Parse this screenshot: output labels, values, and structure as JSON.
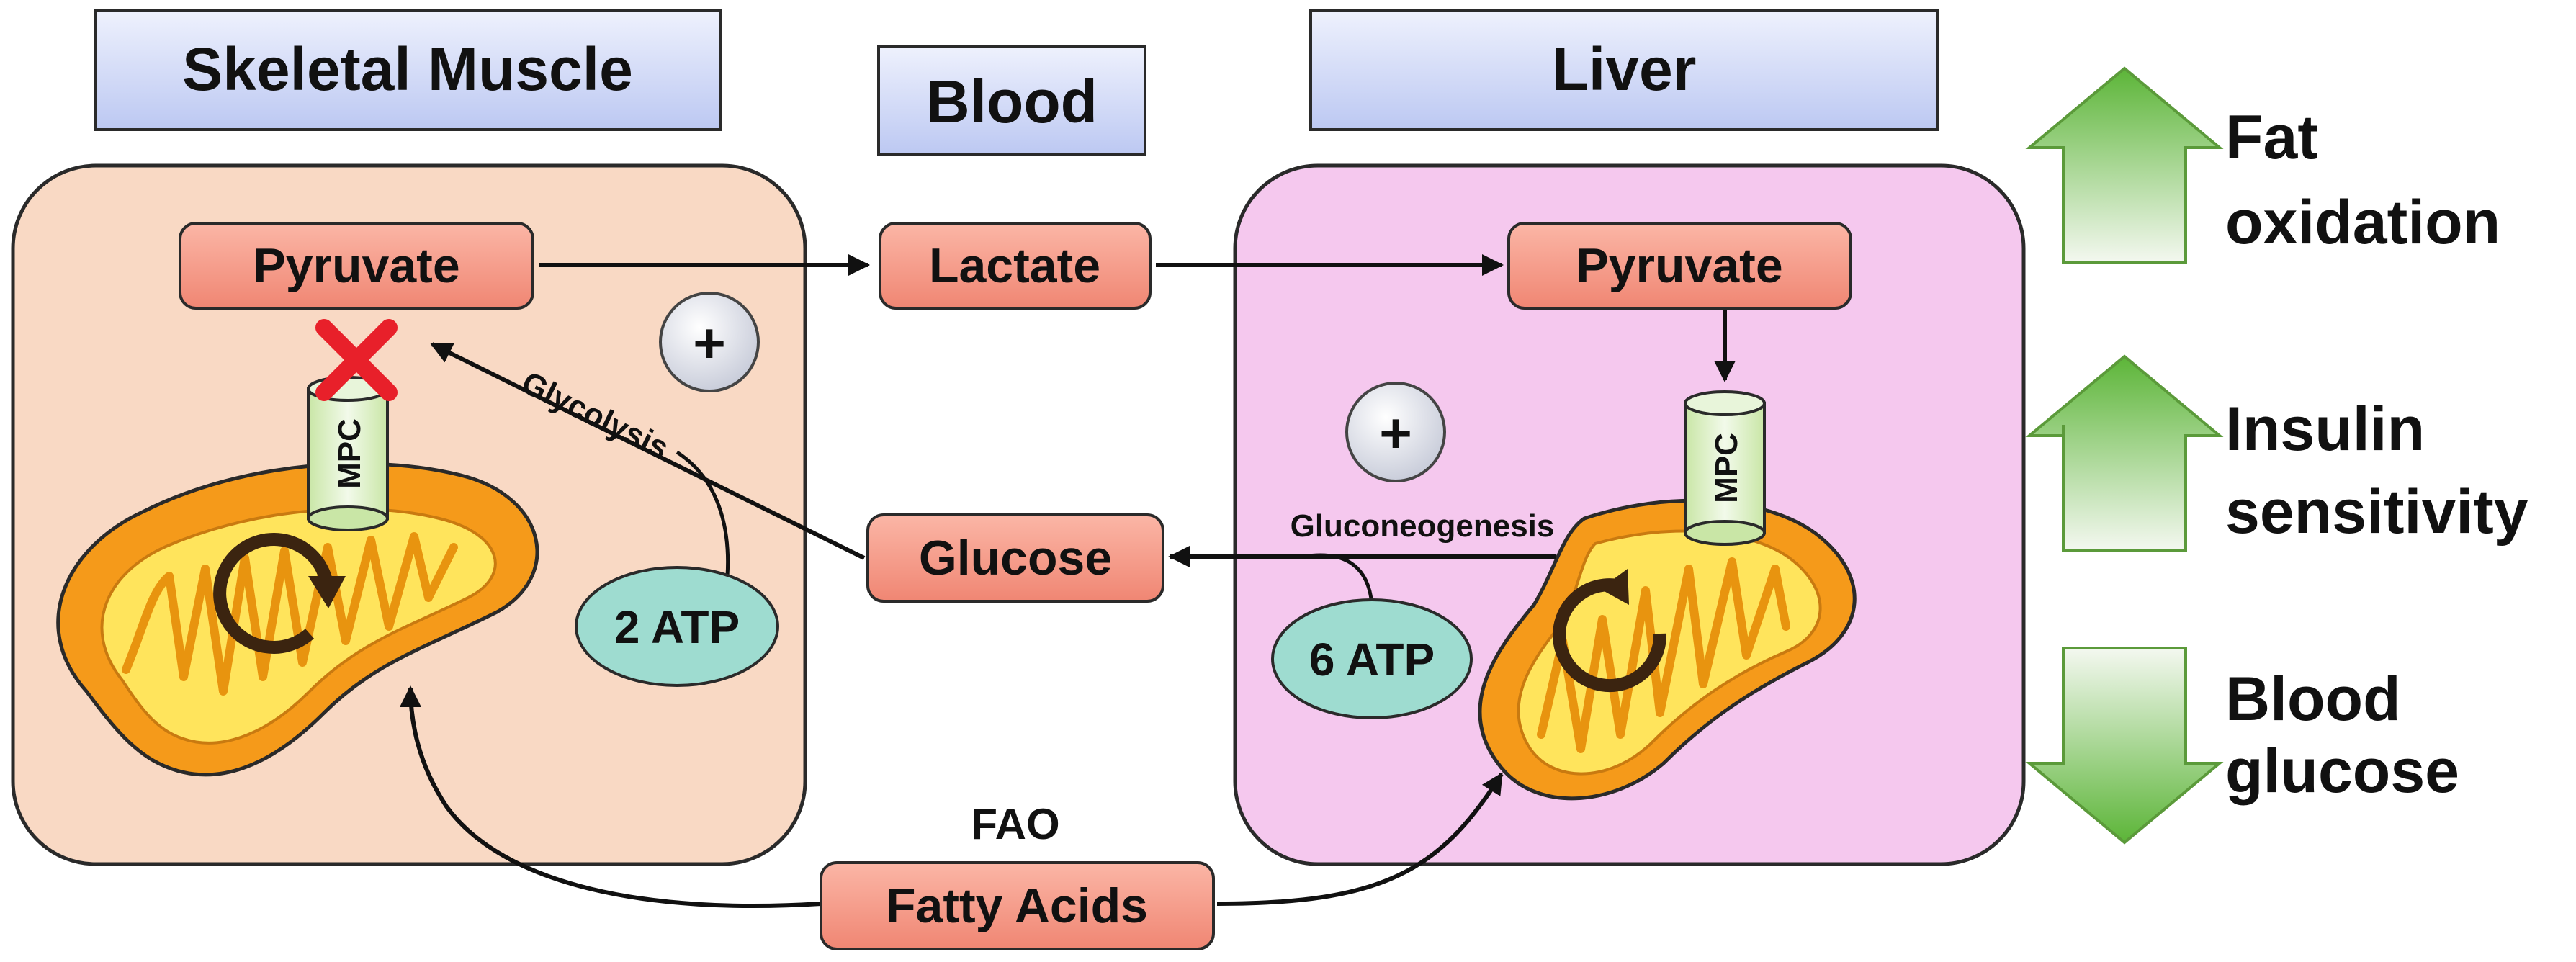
{
  "headers": {
    "skeletal_muscle": "Skeletal Muscle",
    "blood": "Blood",
    "liver": "Liver"
  },
  "muscle": {
    "pyruvate": "Pyruvate",
    "mpc": "MPC",
    "atp": "2 ATP",
    "glycolysis": "Glycolysis",
    "plus": "+"
  },
  "blood": {
    "lactate": "Lactate",
    "glucose": "Glucose",
    "fatty_acids": "Fatty Acids",
    "fao": "FAO"
  },
  "liver": {
    "pyruvate": "Pyruvate",
    "mpc": "MPC",
    "atp": "6 ATP",
    "gluconeogenesis": "Gluconeogenesis",
    "plus": "+"
  },
  "effects": [
    {
      "line1": "Fat",
      "line2": "oxidation",
      "direction": "up"
    },
    {
      "line1": "Insulin",
      "line2": "sensitivity",
      "direction": "up"
    },
    {
      "line1": "Blood",
      "line2": "glucose",
      "direction": "down"
    }
  ],
  "colors": {
    "muscle_panel": "#f9d9c4",
    "liver_panel": "#f5c8ee",
    "header_fill": "#d5dcf7",
    "box_fill": "#f59a8a",
    "atp_fill": "#9edcd0",
    "mito_outer": "#f59a1a",
    "mito_inner": "#ffe45c",
    "mpc_fill": "#dcefc4",
    "arrow_green": "#5cb538",
    "block_x": "#e8202a"
  }
}
